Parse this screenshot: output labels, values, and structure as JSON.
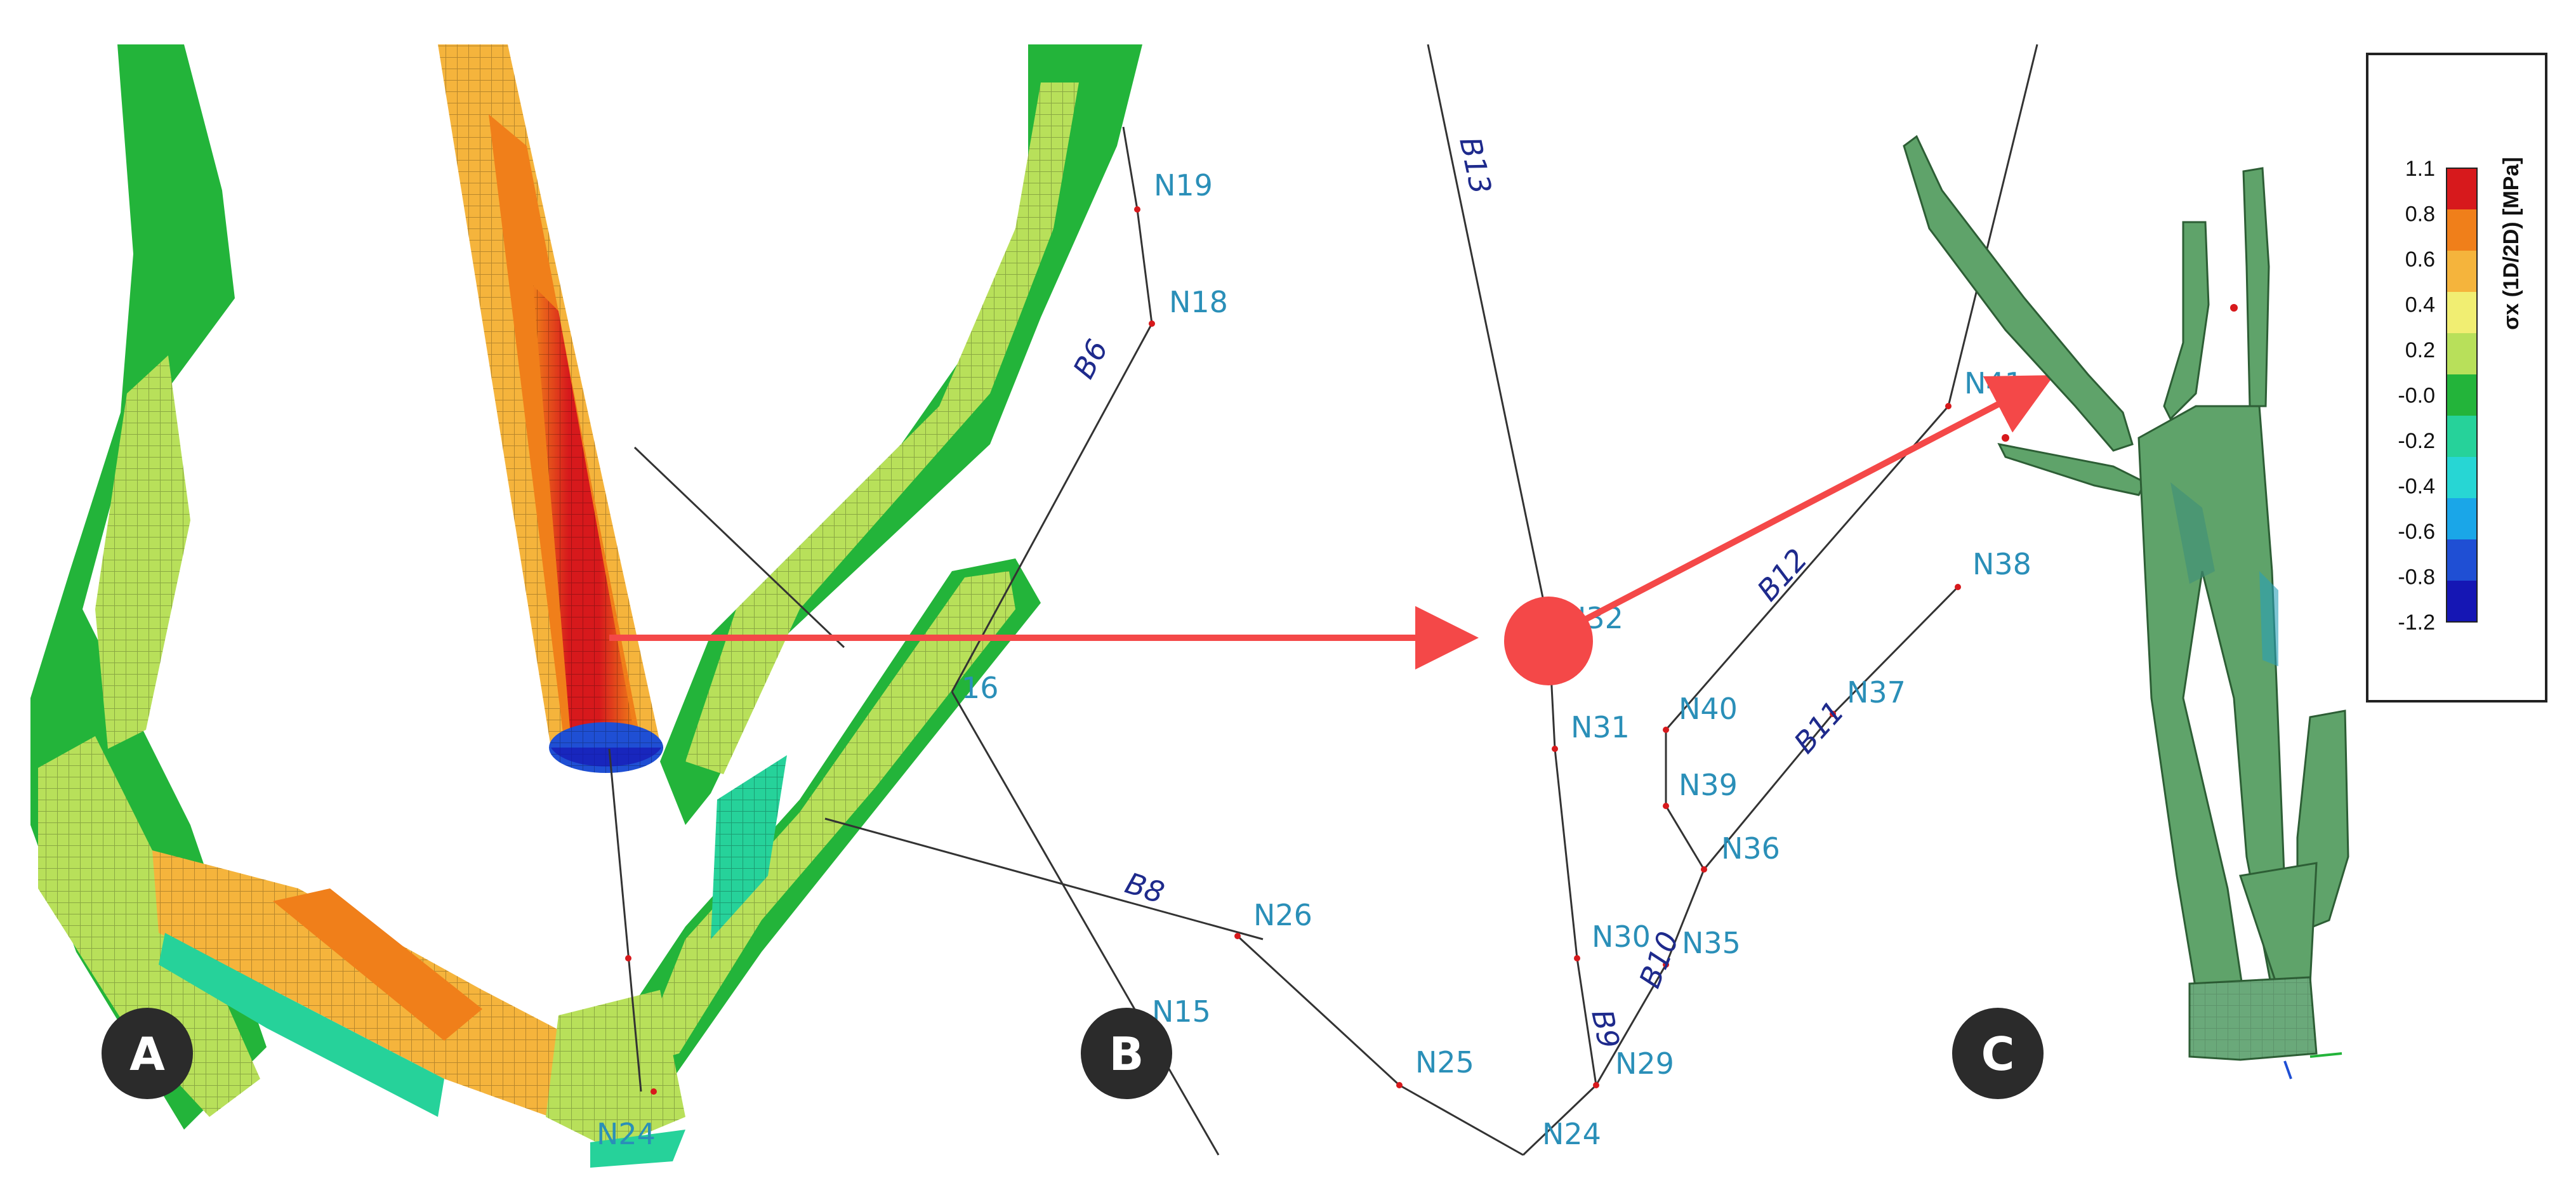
{
  "panels": {
    "a": {
      "badge": "A"
    },
    "b": {
      "badge": "B"
    },
    "c": {
      "badge": "C"
    }
  },
  "panel_a_labels": {
    "n24": "N24",
    "n16_partial": "16"
  },
  "nodes": {
    "n19": "N19",
    "n18": "N18",
    "n26": "N26",
    "n15": "N15",
    "n25": "N25",
    "n24": "N24",
    "n32": "N32",
    "n31": "N31",
    "n30": "N30",
    "n29": "N29",
    "n40": "N40",
    "n39": "N39",
    "n36": "N36",
    "n35": "N35",
    "n37": "N37",
    "n38": "N38",
    "n41": "N41"
  },
  "beams": {
    "b6": "B6",
    "b8": "B8",
    "b13": "B13",
    "b12": "B12",
    "b11": "B11",
    "b10": "B10",
    "b9": "B9"
  },
  "legend": {
    "title": "σx (1D/2D) [MPa]",
    "ticks": [
      "1.1",
      "0.8",
      "0.6",
      "0.4",
      "0.2",
      "-0.0",
      "-0.2",
      "-0.4",
      "-0.6",
      "-0.8",
      "-1.2"
    ],
    "colors": [
      "#d7191c",
      "#f07f1a",
      "#f5b43c",
      "#f1ee72",
      "#b8e05a",
      "#23b43a",
      "#26d29a",
      "#27d6d4",
      "#1aa6e8",
      "#1f4fd4",
      "#1516b4"
    ]
  },
  "colors": {
    "highlight": "#f44848",
    "node_label": "#2a8fb8",
    "beam_label": "#1e2a8c",
    "badge_bg": "#2b2b2b"
  }
}
